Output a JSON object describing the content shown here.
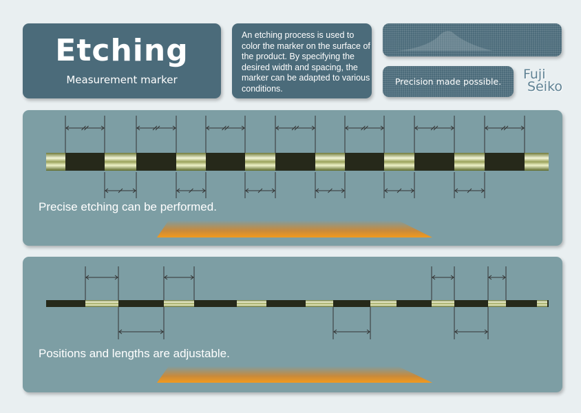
{
  "header": {
    "title": "Etching",
    "subtitle": "Measurement marker",
    "description": "An etching process is used to color the marker on the surface of the product. By specifying the desired width and spacing, the marker can be adapted to various conditions.",
    "tagline": "Precision made possible.",
    "logo": "Fuji Seiko"
  },
  "panel1": {
    "caption": "Precise etching can be performed."
  },
  "panel2": {
    "caption": "Positions and lengths are adjustable."
  },
  "colors": {
    "accent": "#f29a1e",
    "panel": "#7d9ea4",
    "dark": "#4b6b7a"
  }
}
